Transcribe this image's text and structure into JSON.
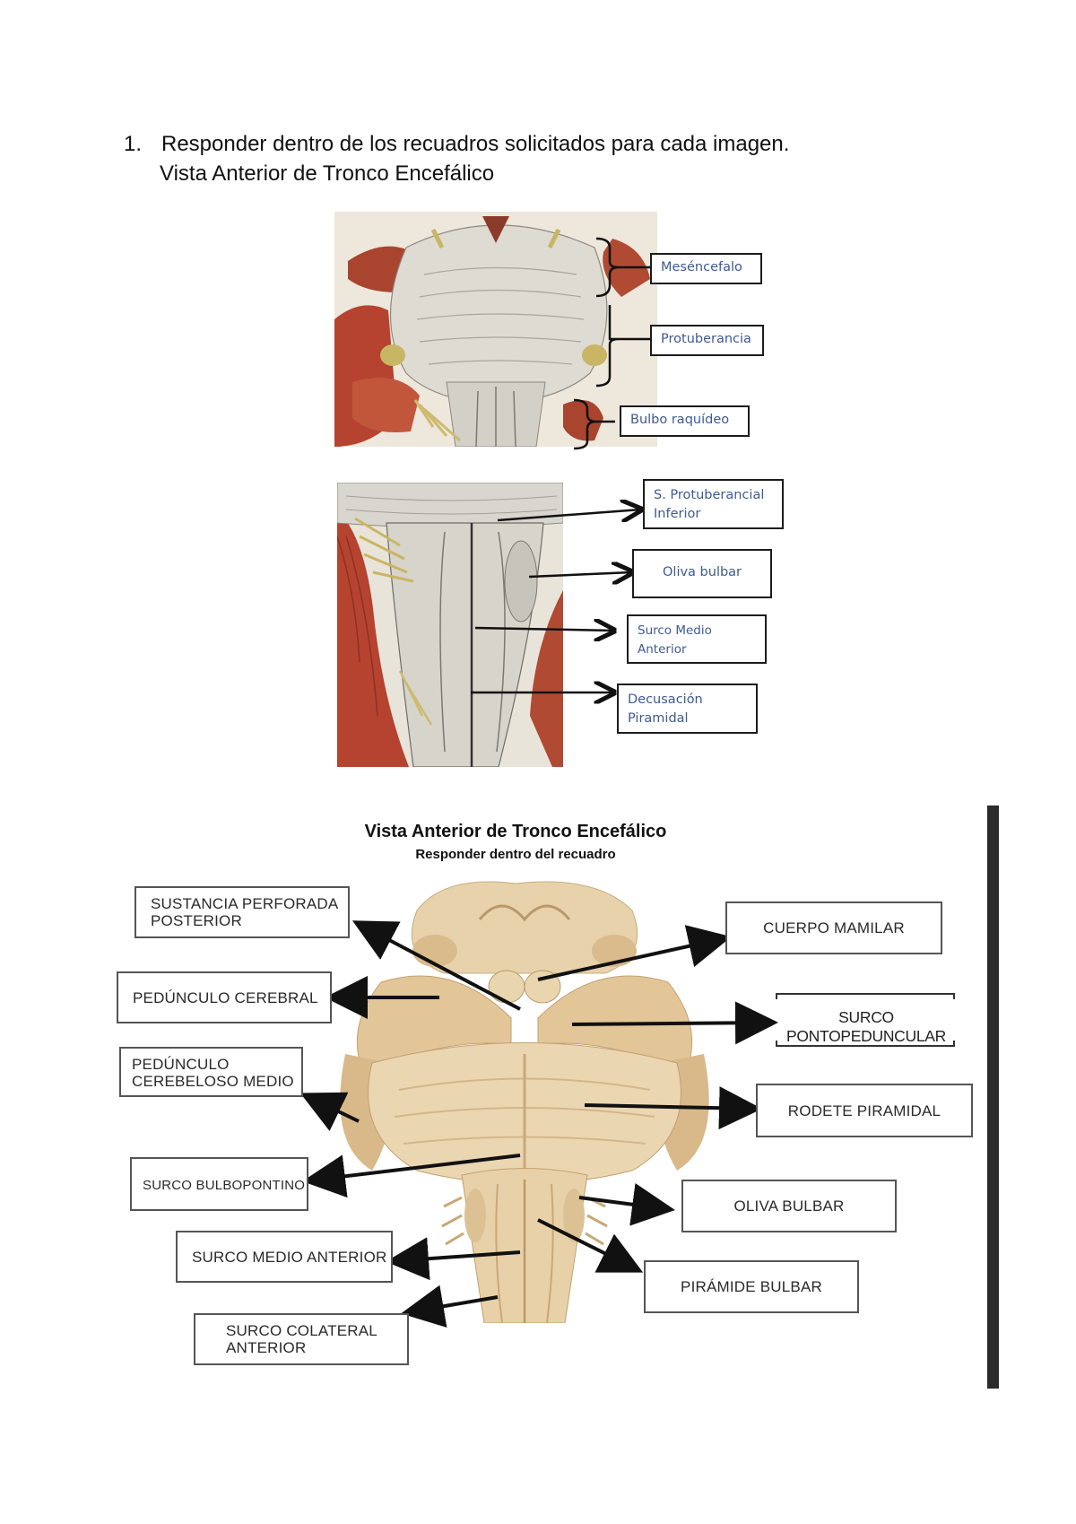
{
  "question": {
    "number": "1.",
    "text": "Responder dentro de los recuadros solicitados para cada imagen.",
    "subtitle": "Vista Anterior de Tronco Encefálico"
  },
  "figure1": {
    "labels": [
      "Meséncefalo",
      "Protuberancia",
      "Bulbo raquídeo"
    ]
  },
  "figure2": {
    "labels": [
      {
        "line1": "S. Protuberancial",
        "line2": "Inferior"
      },
      {
        "line1": "Oliva bulbar",
        "line2": ""
      },
      {
        "line1": "Surco Medio",
        "line2": "Anterior"
      },
      {
        "line1": "Decusación",
        "line2": "Piramidal"
      }
    ]
  },
  "figure3": {
    "title": "Vista Anterior de Tronco Encefálico",
    "subtitle": "Responder dentro del recuadro",
    "left_labels": [
      {
        "line1": "SUSTANCIA PERFORADA",
        "line2": "POSTERIOR"
      },
      {
        "line1": "PEDÚNCULO CEREBRAL",
        "line2": ""
      },
      {
        "line1": "PEDÚNCULO",
        "line2": "CEREBELOSO MEDIO"
      },
      {
        "line1": "SURCO BULBOPONTINO",
        "line2": ""
      },
      {
        "line1": "SURCO MEDIO ANTERIOR",
        "line2": ""
      },
      {
        "line1": "SURCO COLATERAL",
        "line2": "ANTERIOR"
      }
    ],
    "right_labels": [
      "CUERPO MAMILAR",
      "SURCO PONTOPEDUNCULAR",
      "RODETE PIRAMIDAL",
      "OLIVA BULBAR",
      "PIRÁMIDE BULBAR"
    ]
  },
  "colors": {
    "label_text_blue": "#3f5a93",
    "muscle_red": "#b5432f",
    "brainstem_tan": "#e6cba0",
    "engraving_gray": "#d9d6cf"
  }
}
